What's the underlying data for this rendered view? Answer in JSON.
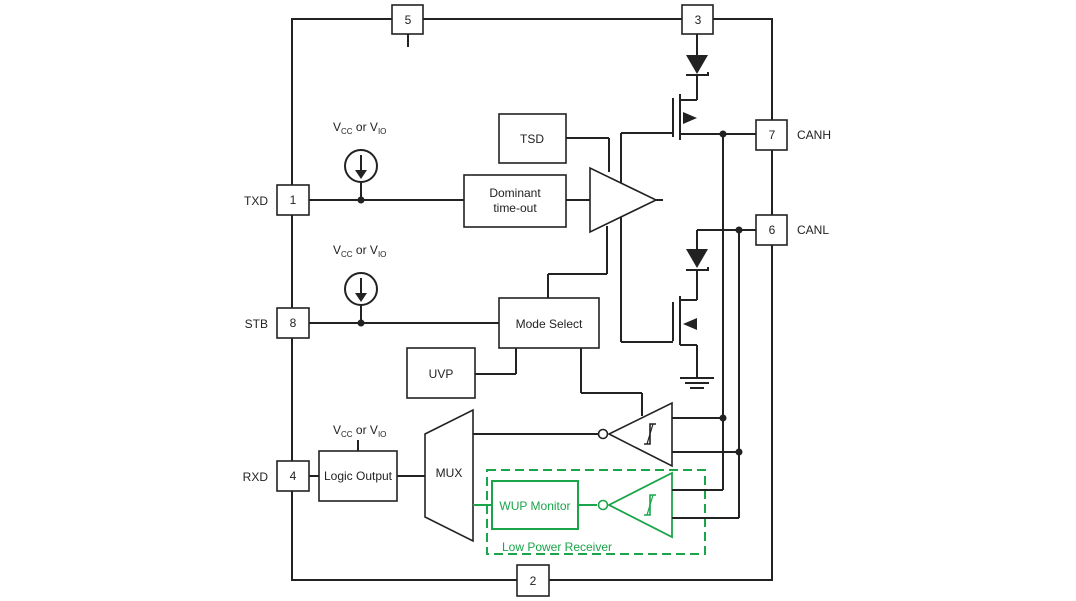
{
  "pins": {
    "p1": "1",
    "p2": "2",
    "p3": "3",
    "p4": "4",
    "p5": "5",
    "p6": "6",
    "p7": "7",
    "p8": "8"
  },
  "signals": {
    "txd": "TXD",
    "stb": "STB",
    "rxd": "RXD",
    "canh": "CANH",
    "canl": "CANL"
  },
  "blocks": {
    "tsd": "TSD",
    "dominant_1": "Dominant",
    "dominant_2": "time-out",
    "mode_select": "Mode Select",
    "uvp": "UVP",
    "logic_output": "Logic Output",
    "mux": "MUX",
    "wup_monitor": "WUP Monitor",
    "low_power_receiver": "Low Power Receiver"
  },
  "supply": {
    "v": "V",
    "cc": "CC",
    "or": " or ",
    "io": "IO"
  },
  "colors": {
    "line": "#222222",
    "low_power": "#1aa54a"
  }
}
